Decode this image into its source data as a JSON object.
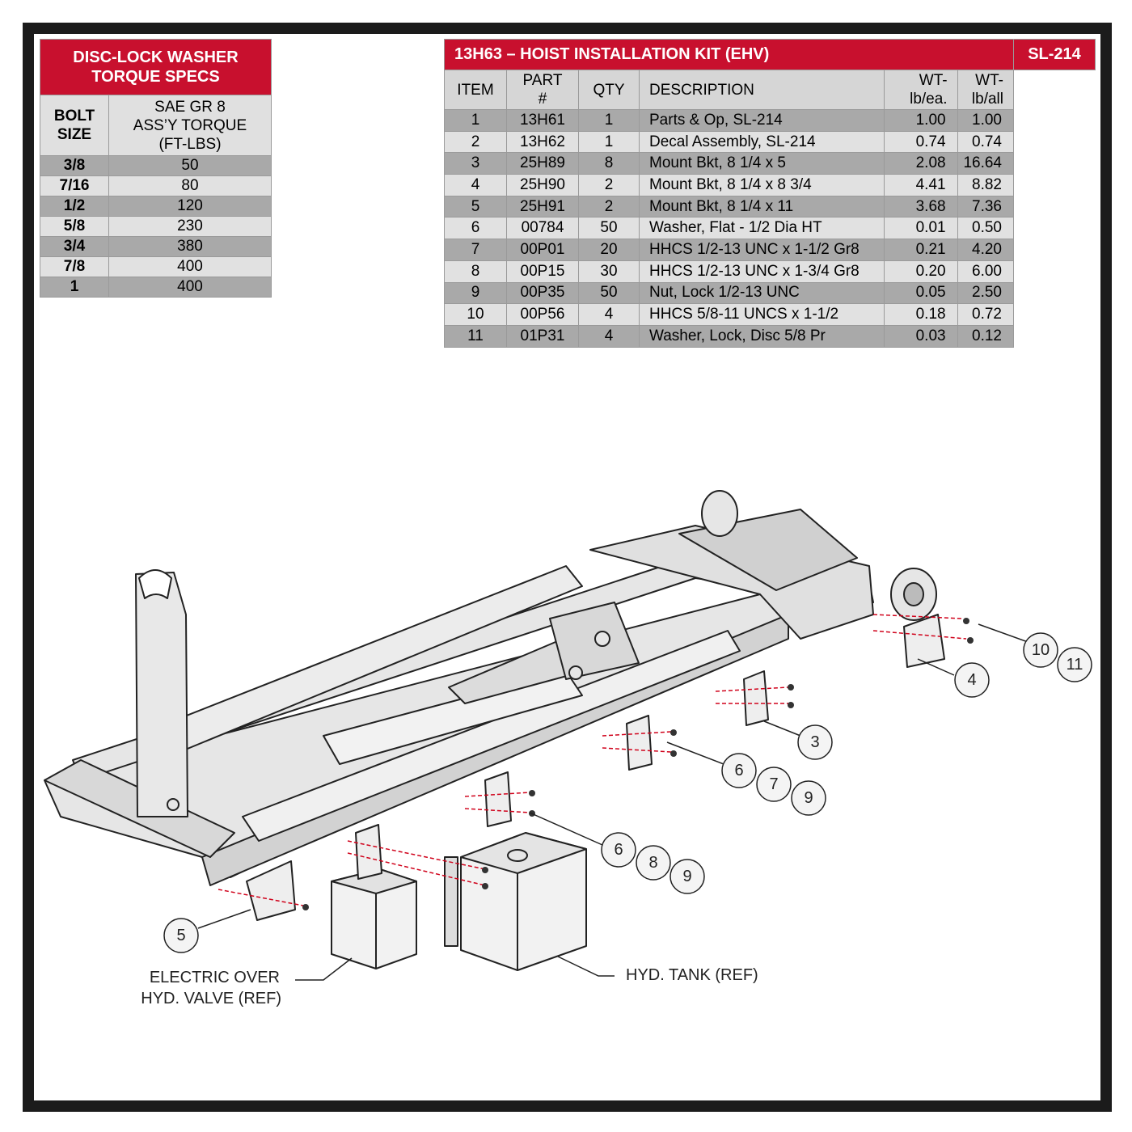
{
  "torque_table": {
    "title_line1": "DISC-LOCK WASHER",
    "title_line2": "TORQUE SPECS",
    "col1_line1": "BOLT",
    "col1_line2": "SIZE",
    "col2_line1": "SAE GR 8",
    "col2_line2": "ASS’Y TORQUE",
    "col2_line3": "(FT-LBS)",
    "rows": [
      {
        "size": "3/8",
        "torque": "50"
      },
      {
        "size": "7/16",
        "torque": "80"
      },
      {
        "size": "1/2",
        "torque": "120"
      },
      {
        "size": "5/8",
        "torque": "230"
      },
      {
        "size": "3/4",
        "torque": "380"
      },
      {
        "size": "7/8",
        "torque": "400"
      },
      {
        "size": "1",
        "torque": "400"
      }
    ]
  },
  "kit_table": {
    "title": "13H63 – HOIST INSTALLATION KIT (EHV)",
    "model": "SL-214",
    "headers": {
      "item": "ITEM",
      "part_line1": "PART",
      "part_line2": "#",
      "qty": "QTY",
      "description": "DESCRIPTION",
      "wt_ea_line1": "WT-",
      "wt_ea_line2": "lb/ea.",
      "wt_all_line1": "WT-",
      "wt_all_line2": "lb/all"
    },
    "rows": [
      {
        "item": "1",
        "part": "13H61",
        "qty": "1",
        "desc": "Parts & Op, SL-214",
        "wt_ea": "1.00",
        "wt_all": "1.00"
      },
      {
        "item": "2",
        "part": "13H62",
        "qty": "1",
        "desc": "Decal Assembly, SL-214",
        "wt_ea": "0.74",
        "wt_all": "0.74"
      },
      {
        "item": "3",
        "part": "25H89",
        "qty": "8",
        "desc": "Mount Bkt, 8 1/4 x 5",
        "wt_ea": "2.08",
        "wt_all": "16.64"
      },
      {
        "item": "4",
        "part": "25H90",
        "qty": "2",
        "desc": "Mount Bkt, 8 1/4 x 8 3/4",
        "wt_ea": "4.41",
        "wt_all": "8.82"
      },
      {
        "item": "5",
        "part": "25H91",
        "qty": "2",
        "desc": "Mount Bkt, 8 1/4 x 11",
        "wt_ea": "3.68",
        "wt_all": "7.36"
      },
      {
        "item": "6",
        "part": "00784",
        "qty": "50",
        "desc": "Washer, Flat - 1/2 Dia HT",
        "wt_ea": "0.01",
        "wt_all": "0.50"
      },
      {
        "item": "7",
        "part": "00P01",
        "qty": "20",
        "desc": "HHCS 1/2-13 UNC x 1-1/2 Gr8",
        "wt_ea": "0.21",
        "wt_all": "4.20"
      },
      {
        "item": "8",
        "part": "00P15",
        "qty": "30",
        "desc": "HHCS 1/2-13 UNC x 1-3/4  Gr8",
        "wt_ea": "0.20",
        "wt_all": "6.00"
      },
      {
        "item": "9",
        "part": "00P35",
        "qty": "50",
        "desc": "Nut, Lock 1/2-13 UNC",
        "wt_ea": "0.05",
        "wt_all": "2.50"
      },
      {
        "item": "10",
        "part": "00P56",
        "qty": "4",
        "desc": "HHCS 5/8-11 UNCS x 1-1/2",
        "wt_ea": "0.18",
        "wt_all": "0.72"
      },
      {
        "item": "11",
        "part": "01P31",
        "qty": "4",
        "desc": "Washer, Lock, Disc 5/8 Pr",
        "wt_ea": "0.03",
        "wt_all": "0.12"
      }
    ]
  },
  "callouts": {
    "b10": "10",
    "b11": "11",
    "b4": "4",
    "b3": "3",
    "b6a": "6",
    "b7": "7",
    "b9a": "9",
    "b6b": "6",
    "b8": "8",
    "b9b": "9",
    "b5": "5"
  },
  "labels": {
    "valve_line1": "ELECTRIC OVER",
    "valve_line2": "HYD. VALVE (REF)",
    "tank": "HYD. TANK (REF)"
  },
  "colors": {
    "header_red": "#c8102e",
    "row_dark": "#a9a9a9",
    "row_light": "#e1e1e1",
    "frame": "#1b1b1b"
  }
}
